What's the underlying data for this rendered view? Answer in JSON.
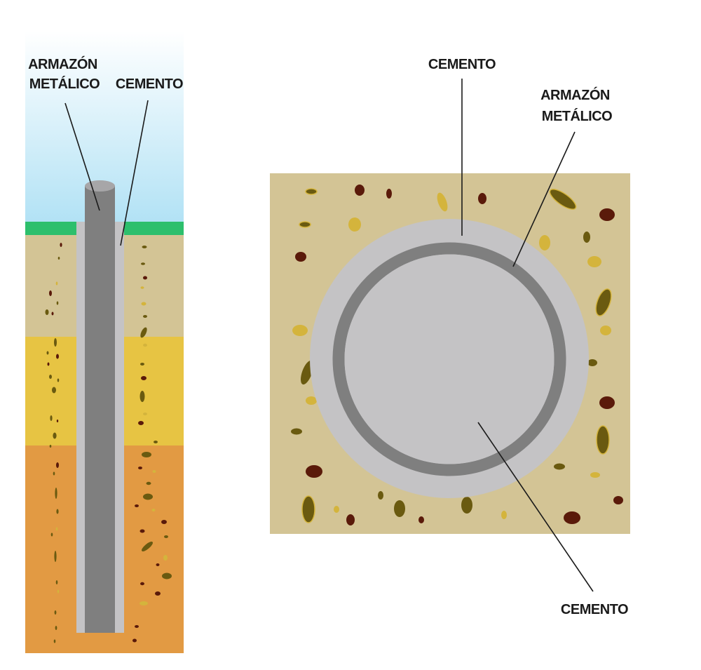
{
  "side_view": {
    "label_frame_line1": "ARMAZÓN",
    "label_frame_line2": "METÁLICO",
    "label_cement": "CEMENTO"
  },
  "top_view": {
    "label_cement_top": "CEMENTO",
    "label_frame_line1": "ARMAZÓN",
    "label_frame_line2": "METÁLICO",
    "label_cement_bottom": "CEMENTO"
  },
  "colors": {
    "sky_top": "#ffffff",
    "sky_bottom": "#b2e2f5",
    "grass": "#2dbf6c",
    "soil_tan": "#d3c495",
    "soil_yellow": "#e7c443",
    "soil_orange": "#e29a43",
    "cement": "#c4c3c5",
    "metal_frame": "#7f7f7f",
    "rock_dark": "#5a1a0a",
    "rock_olive": "#6a5a10",
    "rock_gold": "#d4b43c"
  }
}
